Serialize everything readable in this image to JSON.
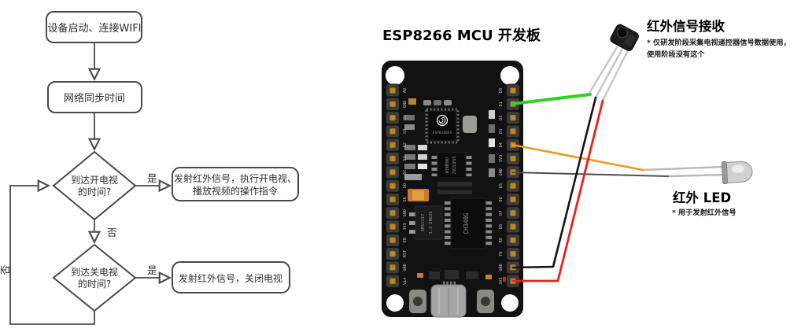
{
  "flowchart": {
    "start": "设备启动、连接WIFI",
    "sync_time": "网络同步时间",
    "decision_tv_on_line1": "到达开电视",
    "decision_tv_on_line2": "的时间?",
    "action_tv_on_line1": "发射红外信号，执行开电视、",
    "action_tv_on_line2": "播放视频的操作指令",
    "decision_tv_off_line1": "到达关电视",
    "decision_tv_off_line2": "的时间?",
    "action_tv_off": "发射红外信号，关闭电视",
    "label_yes": "是",
    "label_no": "否"
  },
  "board": {
    "title": "ESP8266 MCU 开发板",
    "left_pins": [
      "A0",
      "GND",
      "VU",
      "S3",
      "S2",
      "S1",
      "SC",
      "SO",
      "SK",
      "GND",
      "3V3",
      "EN",
      "RST",
      "GND",
      "Vin"
    ],
    "right_pins": [
      "D0",
      "D1",
      "D2",
      "D3",
      "D4",
      "3V3",
      "GND",
      "D5",
      "D6",
      "D7",
      "D8",
      "RX",
      "TX",
      "GND",
      "3V3"
    ],
    "mcu_label": "ESP8266EX",
    "flash_label_line1": "WINBOND",
    "flash_label_line2": "25Q32FVS",
    "usb_uart_label": "CH340G",
    "regulator_label_line1": "AMS1117",
    "regulator_label_line2": "3.3 DN626"
  },
  "ir_receiver": {
    "title": "红外信号接收",
    "note_line1": "* 仅研发阶段采集电视遥控器信号数据使用，",
    "note_line2": "使用阶段没有这个"
  },
  "ir_led": {
    "title": "红外 LED",
    "note": "* 用于发射红外信号"
  },
  "wiring": {
    "d1_to_receiver_out": {
      "color": "#2fd11f"
    },
    "d4_to_led": {
      "color": "#f0981e"
    },
    "gnd_to_led": {
      "color": "#4f4f4f"
    },
    "gnd_to_receiver": {
      "color": "#141414"
    },
    "v33_to_receiver": {
      "color": "#e8211a"
    }
  }
}
